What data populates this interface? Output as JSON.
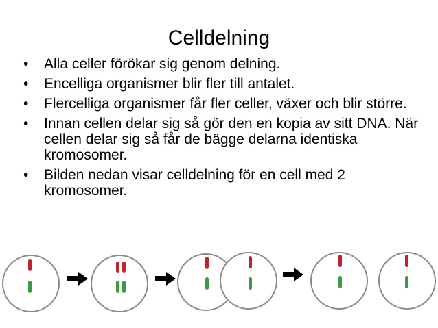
{
  "slide": {
    "title": "Celldelning",
    "bullets": [
      "Alla celler förökar sig genom delning.",
      "Encelliga organismer blir fler till antalet.",
      "Flercelliga organismer får fler celler, växer och blir större.",
      "Innan cellen delar sig så gör den en kopia av sitt DNA. När cellen delar sig så får de bägge delarna identiska kromosomer.",
      "Bilden nedan visar celldelning för en cell med 2 kromosomer."
    ]
  },
  "colors": {
    "chromosome_red": "#c0232f",
    "chromosome_green": "#3a9a47",
    "cell_stroke": "#8a8a8a",
    "arrow": "#000000"
  },
  "diagram": {
    "stages": [
      {
        "name": "single-cell",
        "chromosomes": 2
      },
      {
        "name": "duplicated-cell",
        "chromosomes": 4
      },
      {
        "name": "dividing-cell",
        "chromosomes": 4
      },
      {
        "name": "daughter-cell-1",
        "chromosomes": 2
      },
      {
        "name": "daughter-cell-2",
        "chromosomes": 2
      }
    ],
    "arrow_icon": "right-arrow-icon"
  }
}
